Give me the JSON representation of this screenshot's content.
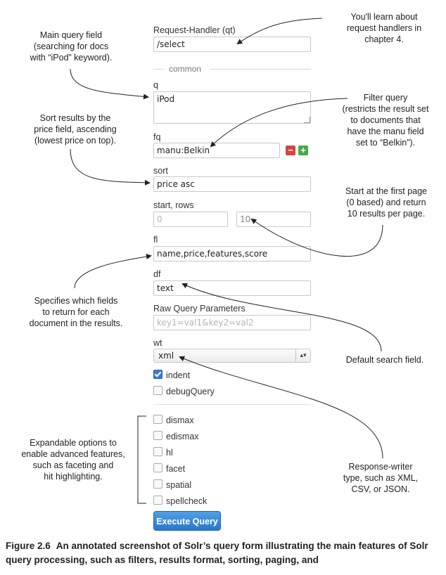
{
  "form": {
    "qt_label": "Request-Handler (qt)",
    "qt_value": "/select",
    "common_label": "common",
    "q_label": "q",
    "q_value": "iPod",
    "fq_label": "fq",
    "fq_value": "manu:Belkin",
    "sort_label": "sort",
    "sort_value": "price asc",
    "start_rows_label": "start, rows",
    "start_placeholder": "0",
    "rows_value": "10",
    "fl_label": "fl",
    "fl_value": "name,price,features,score",
    "df_label": "df",
    "df_value": "text",
    "raw_label": "Raw Query Parameters",
    "raw_placeholder": "key1=val1&key2=val2",
    "wt_label": "wt",
    "wt_value": "xml",
    "indent_label": "indent",
    "indent_checked": true,
    "debug_label": "debugQuery",
    "options": [
      "dismax",
      "edismax",
      "hl",
      "facet",
      "spatial",
      "spellcheck"
    ],
    "execute_label": "Execute Query"
  },
  "annotations": {
    "request_handlers": [
      "You'll learn about",
      "request handlers in",
      "chapter 4."
    ],
    "main_query": [
      "Main query field",
      "(searching for docs",
      "with “iPod” keyword)."
    ],
    "filter_query": [
      "Filter query",
      "(restricts the result set",
      "to documents that",
      "have the manu field",
      "set to “Belkin”)."
    ],
    "sort": [
      "Sort results by the",
      "price field, ascending",
      "(lowest price on top)."
    ],
    "paging": [
      "Start at the first page",
      "(0 based) and return",
      "10 results per page."
    ],
    "fields": [
      "Specifies which fields",
      "to return for each",
      "document in the results."
    ],
    "default_field": [
      "Default search field."
    ],
    "expandable": [
      "Expandable options to",
      "enable advanced features,",
      "such as faceting and",
      "hit highlighting."
    ],
    "response_writer": [
      "Response-writer",
      "type, such as XML,",
      "CSV, or JSON."
    ]
  },
  "caption": {
    "figure": "Figure 2.6",
    "text": "An annotated screenshot of Solr’s query form illustrating the main features of Solr query processing, such as filters, results format, sorting, paging, and"
  },
  "colors": {
    "remove_button": "#d9433d",
    "add_button": "#4aa84a",
    "execute_button": "#2a78c9",
    "checkbox_checked": "#3a7bd5"
  }
}
